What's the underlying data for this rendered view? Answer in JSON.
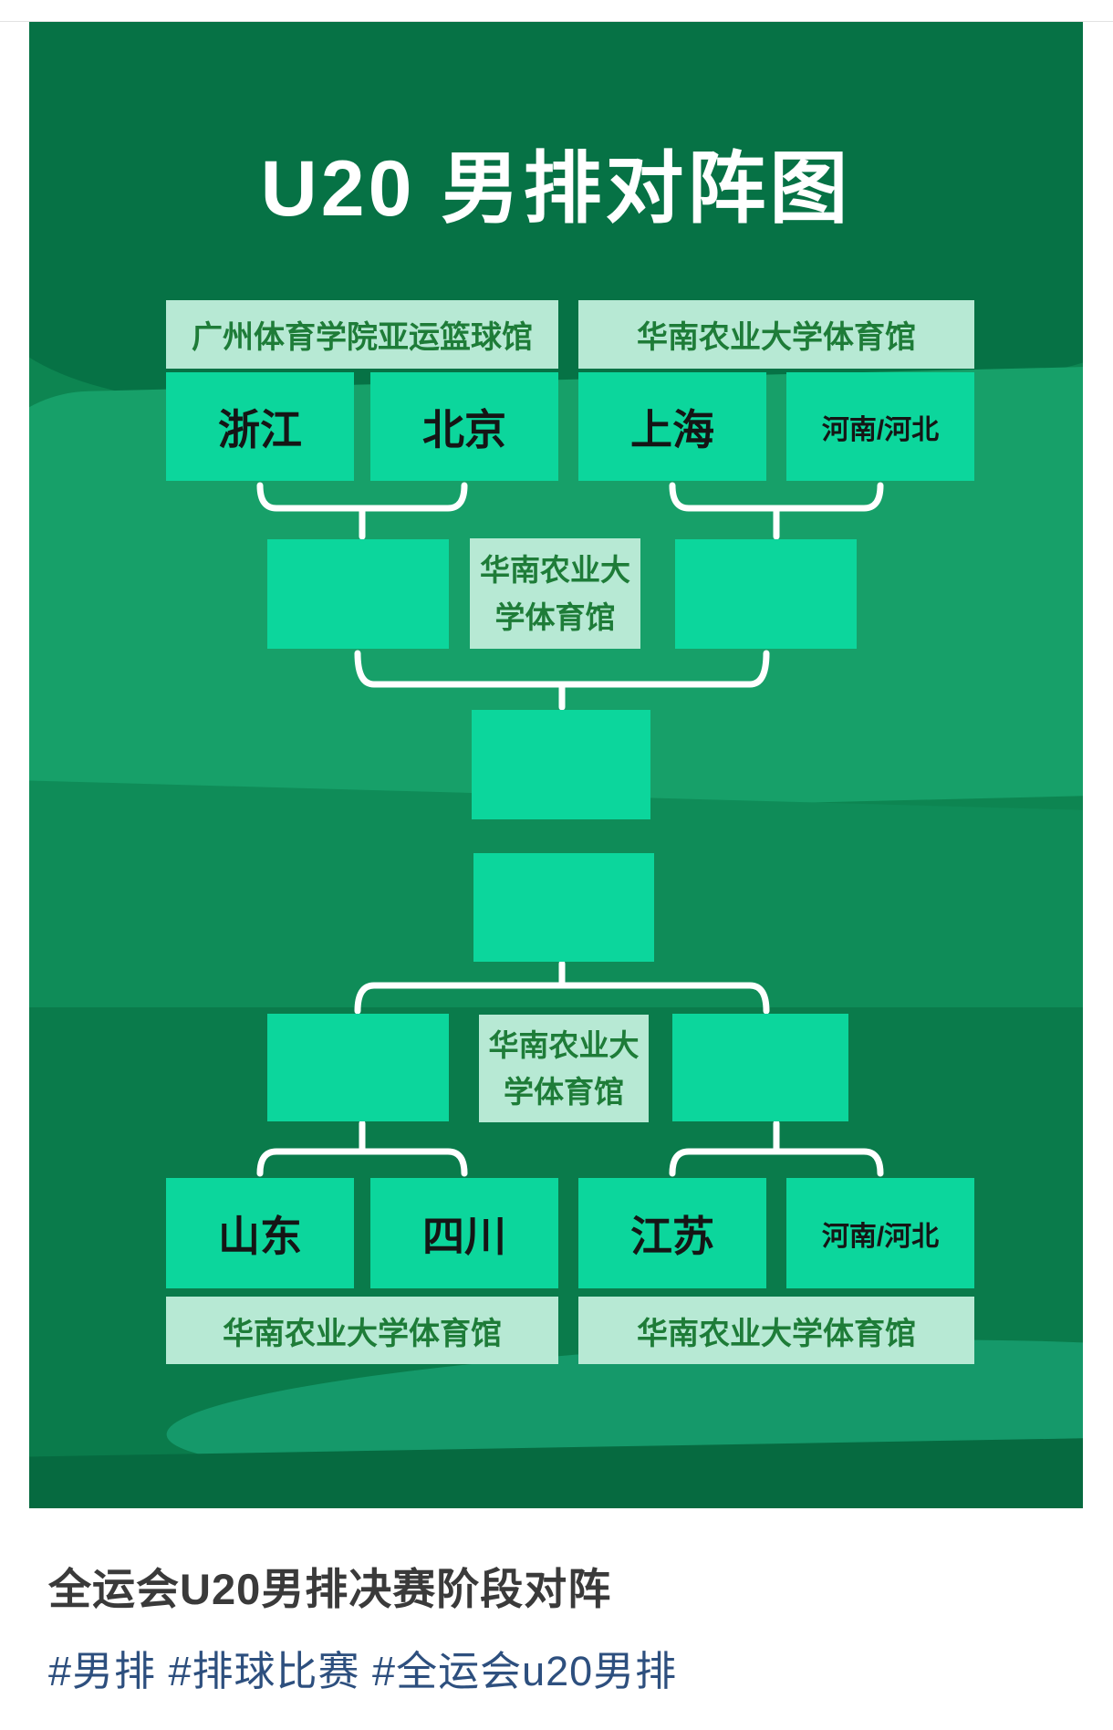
{
  "poster": {
    "title": "U20 男排对阵图",
    "round1_top": {
      "venue_left": "广州体育学院亚运篮球馆",
      "venue_right": "华南农业大学体育馆",
      "teams": [
        "浙江",
        "北京",
        "上海",
        "河南/河北"
      ]
    },
    "mid_venue": {
      "line1": "华南农业大",
      "line2": "学体育馆"
    },
    "round1_bottom": {
      "teams": [
        "山东",
        "四川",
        "江苏",
        "河南/河北"
      ],
      "venue_left": "华南农业大学体育馆",
      "venue_right": "华南农业大学体育馆"
    },
    "colors": {
      "team_box": "#0cd69c",
      "venue_label_bg": "#b7e9d4",
      "venue_label_text": "#1e7c38",
      "bracket_line": "#ffffff",
      "poster_green_dark": "#067245",
      "poster_green_light": "#17a069"
    }
  },
  "footer": {
    "title": "全运会U20男排决赛阶段对阵",
    "hashtags": "#男排 #排球比赛 #全运会u20男排"
  }
}
